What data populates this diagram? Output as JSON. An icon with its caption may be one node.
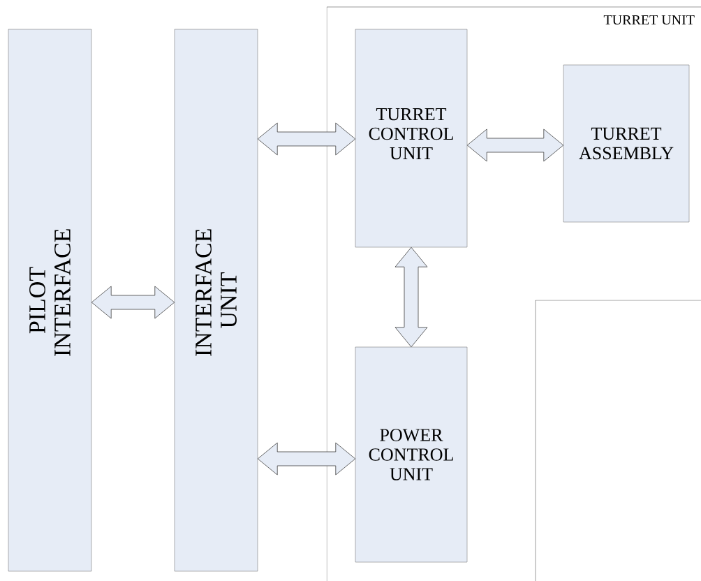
{
  "diagram": {
    "nodes": [
      {
        "text": [
          "PILOT INTERFACE"
        ]
      },
      {
        "text": [
          "INTERFACE UNIT"
        ]
      },
      {
        "text": [
          "TURRET UNIT"
        ]
      },
      {
        "text": [
          "TURRET CONTROL UNIT"
        ],
        "in": 2
      },
      {
        "text": [
          "TURRET ASSEMBLY"
        ],
        "in": 2
      },
      {
        "text": [
          "POWER CONTROL UNIT"
        ],
        "in": 2
      },
      {
        "text": [],
        "shape": "box",
        "in": 2
      }
    ],
    "edges": [
      {
        "from": 0,
        "to": 1,
        "arrow": "both"
      },
      {
        "from": 1,
        "to": 3,
        "arrow": "both"
      },
      {
        "from": 3,
        "to": 4,
        "arrow": "both"
      },
      {
        "from": 3,
        "to": 5,
        "arrow": "both"
      },
      {
        "from": 1,
        "to": 5,
        "arrow": "both"
      }
    ]
  }
}
